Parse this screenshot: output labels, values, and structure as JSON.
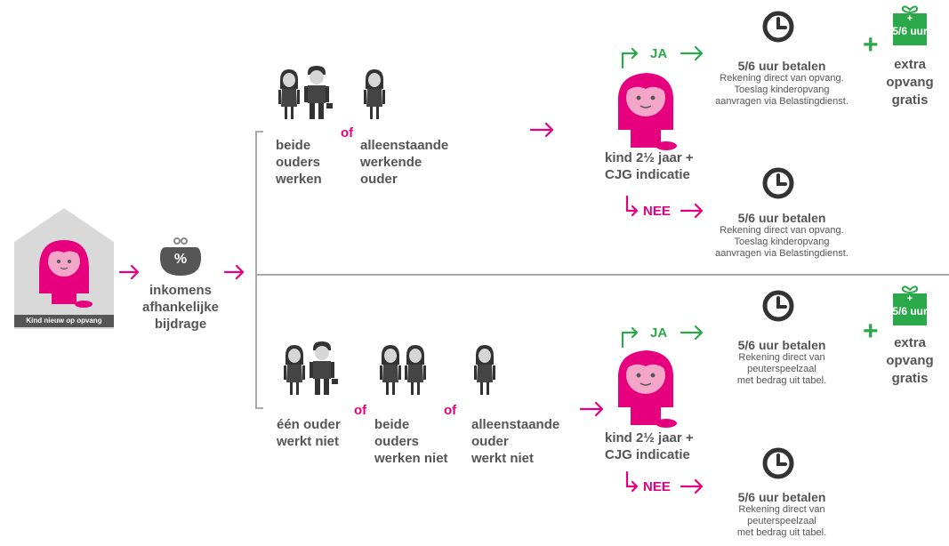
{
  "colors": {
    "accent": "#e6007e",
    "green": "#2aa84a",
    "text": "#555555",
    "house": "#d9d9d9"
  },
  "start": {
    "caption": "Kind nieuw op opvang"
  },
  "income": {
    "symbol": "%",
    "label": [
      "inkomens",
      "afhankelijke",
      "bijdrage"
    ]
  },
  "top": {
    "group1": [
      "beide",
      "ouders",
      "werken"
    ],
    "of": "of",
    "group2": [
      "alleenstaande",
      "werkende",
      "ouder"
    ]
  },
  "bottom": {
    "group1": [
      "één ouder",
      "werkt niet"
    ],
    "of1": "of",
    "group2": [
      "beide",
      "ouders",
      "werken niet"
    ],
    "of2": "of",
    "group3": [
      "alleenstaande",
      "ouder",
      "werkt niet"
    ]
  },
  "question": {
    "label": [
      "kind 2½ jaar +",
      "CJG indicatie"
    ]
  },
  "yes": "JA",
  "no": "NEE",
  "pay_title": "5/6 uur betalen",
  "top_detail": [
    "Rekening direct van opvang.",
    "Toeslag kinderopvang",
    "aanvragen via Belastingdienst."
  ],
  "bottom_detail": [
    "Rekening direct van",
    "peuterspeelzaal",
    "met bedrag uit tabel."
  ],
  "plus": "+",
  "gift": {
    "plus": "+",
    "label": "5/6 uur"
  },
  "extra": [
    "extra",
    "opvang",
    "gratis"
  ]
}
